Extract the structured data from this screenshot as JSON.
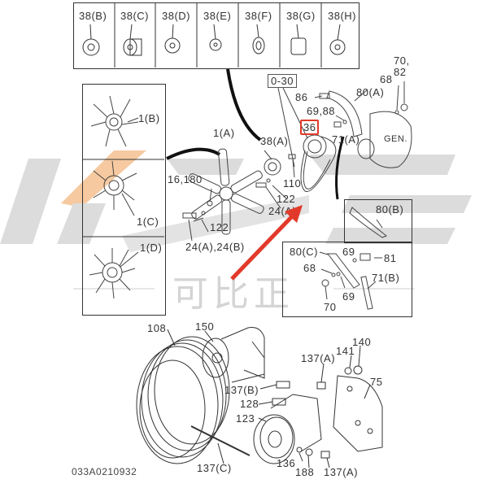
{
  "diagram": {
    "drawing_number": "033A0210932",
    "watermark_text": "可比正",
    "accent_colors": {
      "highlight": "#e23a2a",
      "arrow": "#e23a2a",
      "watermark_orange": "#f6c9a0",
      "watermark_gray": "#d9d9d9"
    },
    "top_strip": [
      {
        "label": "38(B)"
      },
      {
        "label": "38(C)"
      },
      {
        "label": "38(D)"
      },
      {
        "label": "38(E)"
      },
      {
        "label": "38(F)"
      },
      {
        "label": "38(G)"
      },
      {
        "label": "38(H)"
      }
    ],
    "fan_variants": [
      {
        "label": "1(B)"
      },
      {
        "label": "1(C)"
      },
      {
        "label": "1(D)"
      }
    ],
    "main_labels": {
      "torque": "0-30",
      "highlighted_part": "36",
      "fan_a": "1(A)",
      "pulley_38a": "38(A)",
      "part_86": "86",
      "part_69_88": "69,88",
      "part_80a": "80(A)",
      "part_68_top": "68",
      "part_70_82": "70,\n82",
      "part_71a": "71(A)",
      "generator": "GEN.",
      "part_16_180": "16,180",
      "part_122_a": "122",
      "part_122_b": "122",
      "part_110": "110",
      "part_24a_partial": "24(A)",
      "part_24ab": "24(A),24(B)"
    },
    "inset_80b": {
      "label": "80(B)"
    },
    "inset_80c": {
      "labels": {
        "p80c": "80(C)",
        "p69a": "69",
        "p81": "81",
        "p68": "68",
        "p71b": "71(B)",
        "p69b": "69",
        "p70": "70"
      }
    },
    "bottom_assembly": {
      "labels": {
        "p108": "108",
        "p150": "150",
        "p141": "141",
        "p140": "140",
        "p137a_top": "137(A)",
        "p75": "75",
        "p137b": "137(B)",
        "p128": "128",
        "p123": "123",
        "p137c": "137(C)",
        "p136": "136",
        "p188": "188",
        "p137a_bot": "137(A)"
      }
    }
  }
}
